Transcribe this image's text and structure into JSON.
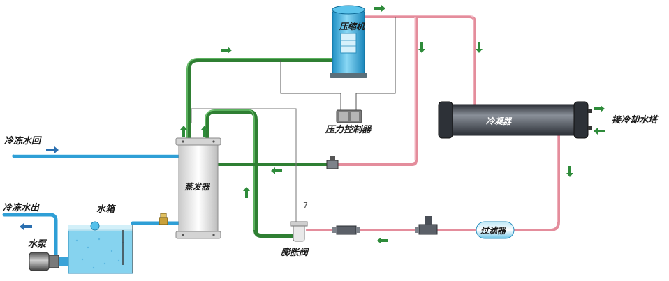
{
  "labels": {
    "compressor": "压缩机",
    "pressure_controller": "压力控制器",
    "condenser": "冷凝器",
    "cooling_tower": "接冷却水塔",
    "evaporator": "蒸发器",
    "chilled_water_return": "冷冻水回",
    "chilled_water_out": "冷冻水出",
    "water_tank": "水箱",
    "water_pump": "水泵",
    "expansion_valve": "膨胀阀",
    "filter": "过滤器",
    "valve_number": "7"
  },
  "colors": {
    "hot_pipe": "#e89aa6",
    "cold_pipe": "#3f8f3f",
    "water_pipe": "#3aa3d8",
    "arrow": "#2e8b3a",
    "compressor_body": "#3bb4e5",
    "condenser_body": "#4a4f57",
    "evaporator_body": "#e6e6e6",
    "tank_water": "#7fd0ee"
  }
}
